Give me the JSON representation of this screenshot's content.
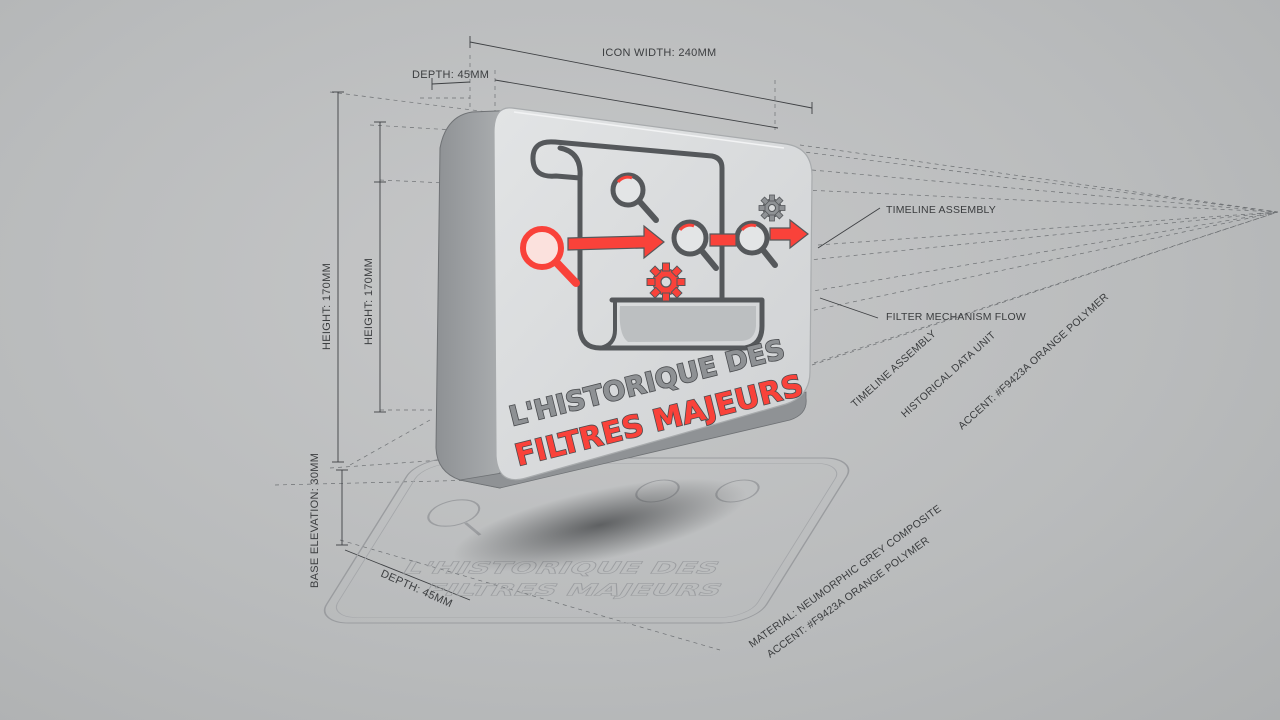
{
  "title": {
    "line1": "L'HISTORIQUE DES",
    "line2": "FILTRES MAJEURS"
  },
  "dimensions": {
    "depth_top": "DEPTH: 45MM",
    "icon_width": "ICON WIDTH: 240MM",
    "height_outer": "HEIGHT: 170MM",
    "height_inner": "HEIGHT: 170MM",
    "base_elevation": "BASE ELEVATION: 30MM",
    "depth_bottom": "DEPTH: 45MM"
  },
  "callouts": {
    "timeline_assembly_top": "TIMELINE ASSEMBLY",
    "filter_mechanism_flow": "FILTER MECHANISM FLOW",
    "timeline_assembly_diag": "TIMELINE ASSEMBLY",
    "historical_data_unit": "HISTORICAL DATA UNIT",
    "accent_diag": "ACCENT: #F9423A ORANGE POLYMER",
    "material_bottom": "MATERIAL: NEUMORPHIC GREY COMPOSITE",
    "accent_bottom": "ACCENT: #F9423A ORANGE POLYMER"
  },
  "colors": {
    "accent": "#f9423a",
    "face": "#d7d9da",
    "side": "#9fa2a5",
    "outline": "#55585b"
  }
}
